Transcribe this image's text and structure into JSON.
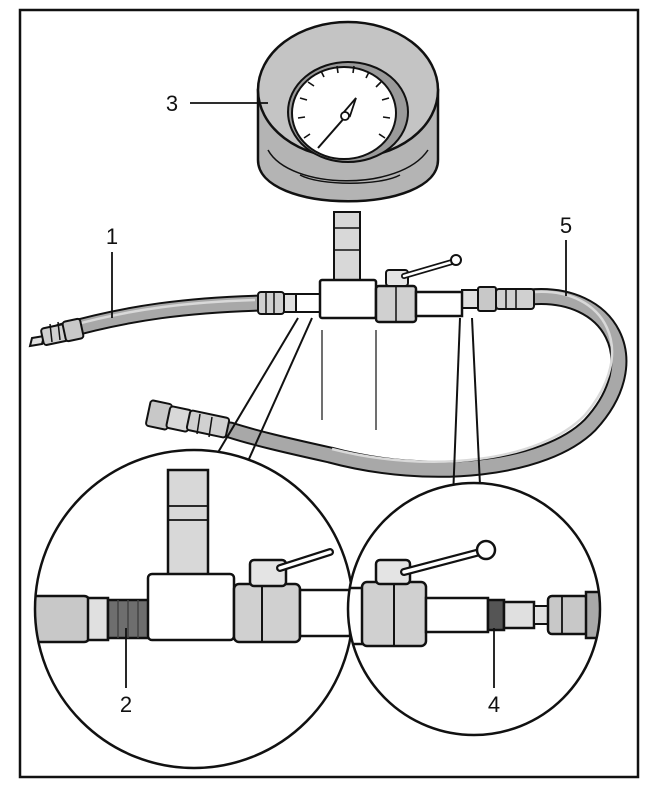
{
  "diagram": {
    "callouts": [
      {
        "id": "1",
        "label": "1"
      },
      {
        "id": "2",
        "label": "2"
      },
      {
        "id": "3",
        "label": "3"
      },
      {
        "id": "4",
        "label": "4"
      },
      {
        "id": "5",
        "label": "5"
      }
    ],
    "colors": {
      "outline": "#111111",
      "hose": "#a8a8a8",
      "gauge_body": "#b4b4b4",
      "fitting": "#d0d0d0",
      "dark_ring": "#555555",
      "background": "#ffffff"
    }
  }
}
